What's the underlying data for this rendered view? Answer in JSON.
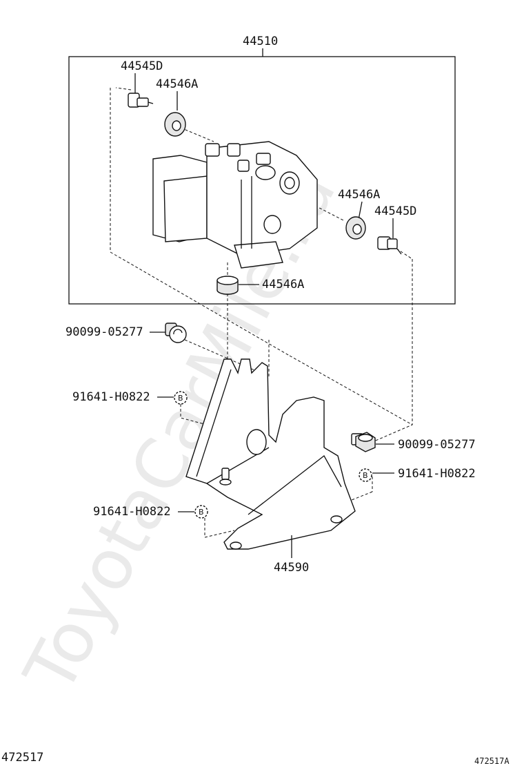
{
  "watermark": "ToyotaCarMile.ru",
  "labels": {
    "assembly": "44510",
    "bolt_top_left": "44545D",
    "cushion_top": "44546A",
    "cushion_right": "44546A",
    "bolt_right": "44545D",
    "cushion_bottom": "44546A",
    "bolt_bracket_left": "90099-05277",
    "stud_left": "91641-H0822",
    "bolt_bracket_right": "90099-05277",
    "stud_right": "91641-H0822",
    "stud_bottom": "91641-H0822",
    "bracket": "44590"
  },
  "marker_letter": "B",
  "footer": {
    "left_code": "472517",
    "right_code": "472517A"
  }
}
